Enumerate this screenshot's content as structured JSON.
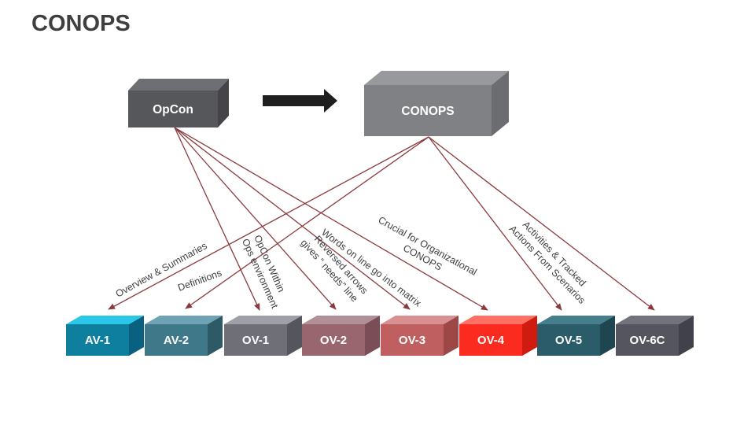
{
  "slide": {
    "title": "CONOPS"
  },
  "top_boxes": {
    "opcon": {
      "label": "OpCon",
      "front": "#56575b",
      "top": "#6e6f73",
      "side": "#454549"
    },
    "conops": {
      "label": "CONOPS",
      "front": "#808184",
      "top": "#98999c",
      "side": "#6c6d70"
    }
  },
  "artifact_boxes": [
    {
      "label": "AV-1",
      "front": "#0f7fa0",
      "top": "#2bc7e9",
      "side": "#0a6080"
    },
    {
      "label": "AV-2",
      "front": "#3f7888",
      "top": "#6da3b4",
      "side": "#2e5a68"
    },
    {
      "label": "OV-1",
      "front": "#6f6f78",
      "top": "#9f9fa7",
      "side": "#55555e"
    },
    {
      "label": "OV-2",
      "front": "#99666f",
      "top": "#b18f96",
      "side": "#7b4d56"
    },
    {
      "label": "OV-3",
      "front": "#c05f5f",
      "top": "#d89090",
      "side": "#9e4747"
    },
    {
      "label": "OV-4",
      "front": "#fb2b1f",
      "top": "#ff6f64",
      "side": "#cf1b10"
    },
    {
      "label": "OV-5",
      "front": "#2b5c69",
      "top": "#457f8d",
      "side": "#1e4651"
    },
    {
      "label": "OV-6C",
      "front": "#55555f",
      "top": "#72727c",
      "side": "#41414b"
    }
  ],
  "edge_labels": {
    "av1": {
      "line1": "Overview & Summaries"
    },
    "av2": {
      "line1": "Definitions"
    },
    "ov1": {
      "line1": "OpCon Within",
      "line2": "Ops environment"
    },
    "ov2": {
      "line1": "Reversed arrows",
      "line2": "gives “ needs” line"
    },
    "ov3": {
      "line1": "Words on line go into matrix"
    },
    "ov4": {
      "line1": "Crucial for Organizational",
      "line2": "CONOPS"
    },
    "ov5": {
      "line1": "Activities & Tracked",
      "line2": "Actions From Scenarios"
    }
  },
  "connections": [
    {
      "from": "OpCon",
      "to": "OV-1",
      "label": "OpCon Within Ops environment"
    },
    {
      "from": "OpCon",
      "to": "OV-2",
      "label": "Reversed arrows gives “ needs” line"
    },
    {
      "from": "OpCon",
      "to": "OV-3",
      "label": "Words on line go into matrix"
    },
    {
      "from": "OpCon",
      "to": "OV-4",
      "label": "Crucial for Organizational CONOPS"
    },
    {
      "from": "CONOPS",
      "to": "AV-1",
      "label": "Overview & Summaries"
    },
    {
      "from": "CONOPS",
      "to": "AV-2",
      "label": "Definitions"
    },
    {
      "from": "CONOPS",
      "to": "OV-5",
      "label": "Activities & Tracked Actions From Scenarios"
    },
    {
      "from": "CONOPS",
      "to": "OV-6C",
      "label": ""
    }
  ],
  "colors": {
    "title_text": "#3f3f3f",
    "edge_label_text": "#3f3f3f",
    "connector_line": "#8b3a3c",
    "flow_arrow": "#1f1f1f",
    "box_label_text": "#ffffff",
    "background": "#ffffff"
  }
}
